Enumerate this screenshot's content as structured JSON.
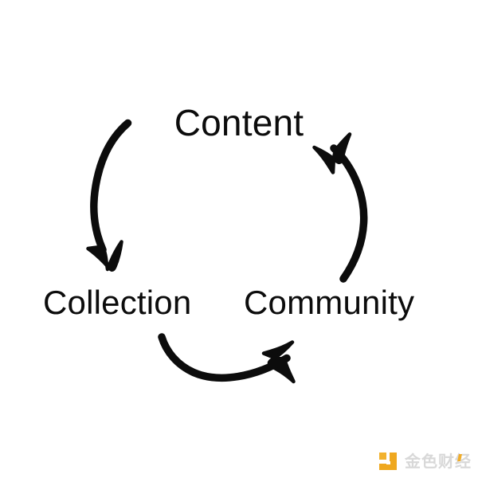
{
  "diagram": {
    "type": "cycle",
    "background_color": "#ffffff",
    "stroke_color": "#0c0c0c",
    "text_color": "#0c0c0c",
    "nodes": [
      {
        "id": "content",
        "label": "Content",
        "position": "top"
      },
      {
        "id": "collection",
        "label": "Collection",
        "position": "bottom-left"
      },
      {
        "id": "community",
        "label": "Community",
        "position": "bottom-right"
      }
    ],
    "connectors": [
      {
        "id": "content-to-collection",
        "from": "Content",
        "to": "Collection",
        "style": "hand-drawn-curved-arrow",
        "direction": "clockwise-down-left"
      },
      {
        "id": "collection-to-community",
        "from": "Collection",
        "to": "Community",
        "style": "hand-drawn-curved-arrow",
        "direction": "left-to-right"
      },
      {
        "id": "community-to-content",
        "from": "Community",
        "to": "Content",
        "style": "hand-drawn-curved-arrow",
        "direction": "up-right-to-top"
      }
    ]
  },
  "watermark": {
    "text": "金色财经",
    "logo_icon": "jinse-logo-icon",
    "logo_color": "#efa81f",
    "text_color": "#d8d8d8"
  }
}
